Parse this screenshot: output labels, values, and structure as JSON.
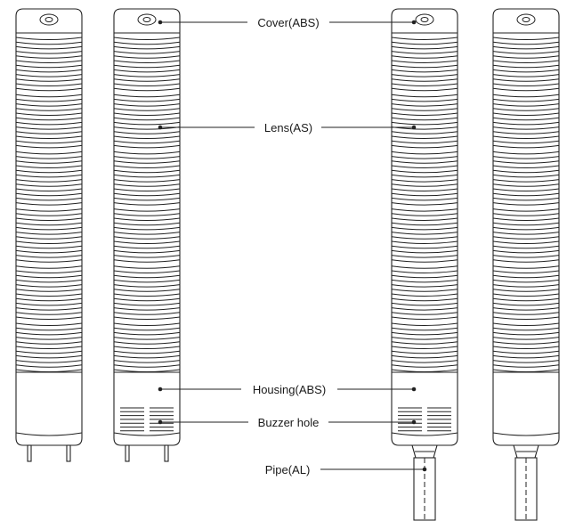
{
  "labels": {
    "cover": "Cover(ABS)",
    "lens": "Lens(AS)",
    "housing": "Housing(ABS)",
    "buzzer": "Buzzer hole",
    "pipe": "Pipe(AL)"
  }
}
